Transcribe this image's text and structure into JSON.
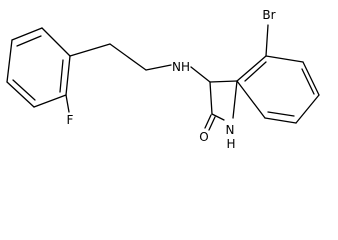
{
  "molecule": {
    "atoms": {
      "bromine": "Br",
      "amine_nitrogen": "NH",
      "fluorine": "F",
      "carbonyl_oxygen": "O",
      "lactam_nitrogen": "N",
      "lactam_hydrogen": "H"
    }
  },
  "colors": {
    "bond": "#000000",
    "label": "#000000",
    "background": "#ffffff"
  }
}
